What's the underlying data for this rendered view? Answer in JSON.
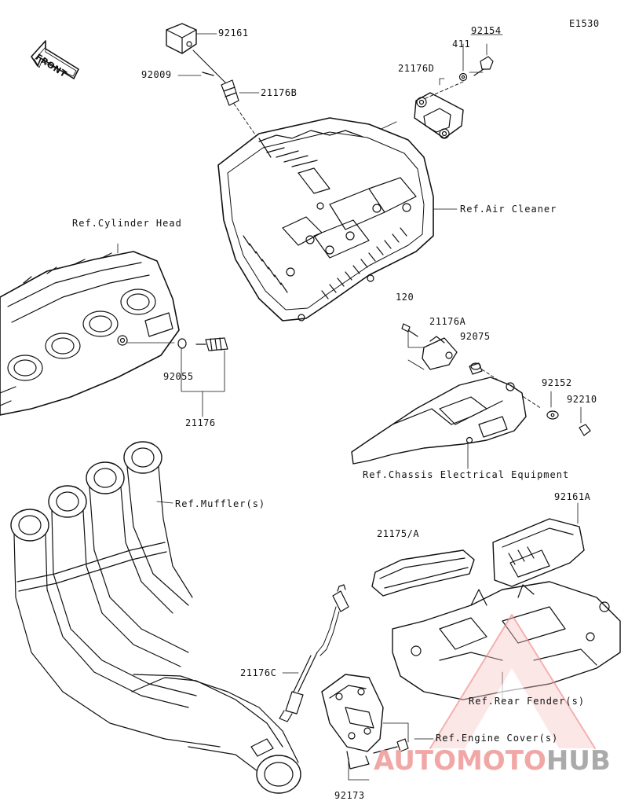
{
  "diagram_id": "E1530",
  "front_label": "FRONT",
  "watermark": {
    "part_a": "AUTOMOTO",
    "part_b": "HUB"
  },
  "parts": {
    "p92161": "92161",
    "p92009": "92009",
    "p21176B": "21176B",
    "p411": "411",
    "p92154": "92154",
    "p21176D": "21176D",
    "p120": "120",
    "p21176A": "21176A",
    "p92075": "92075",
    "p92152": "92152",
    "p92210": "92210",
    "p92055": "92055",
    "p21176": "21176",
    "p92161A": "92161A",
    "p21175A": "21175/A",
    "p21176C": "21176C",
    "p92173": "92173"
  },
  "references": {
    "air_cleaner": "Ref.Air Cleaner",
    "cylinder_head": "Ref.Cylinder Head",
    "chassis_electrical": "Ref.Chassis Electrical Equipment",
    "mufflers": "Ref.Muffler(s)",
    "rear_fender": "Ref.Rear Fender(s)",
    "engine_cover": "Ref.Engine Cover(s)"
  },
  "colors": {
    "line": "#111111",
    "watermark_red": "#f2a7a7",
    "watermark_gray": "#aaaaaa"
  }
}
